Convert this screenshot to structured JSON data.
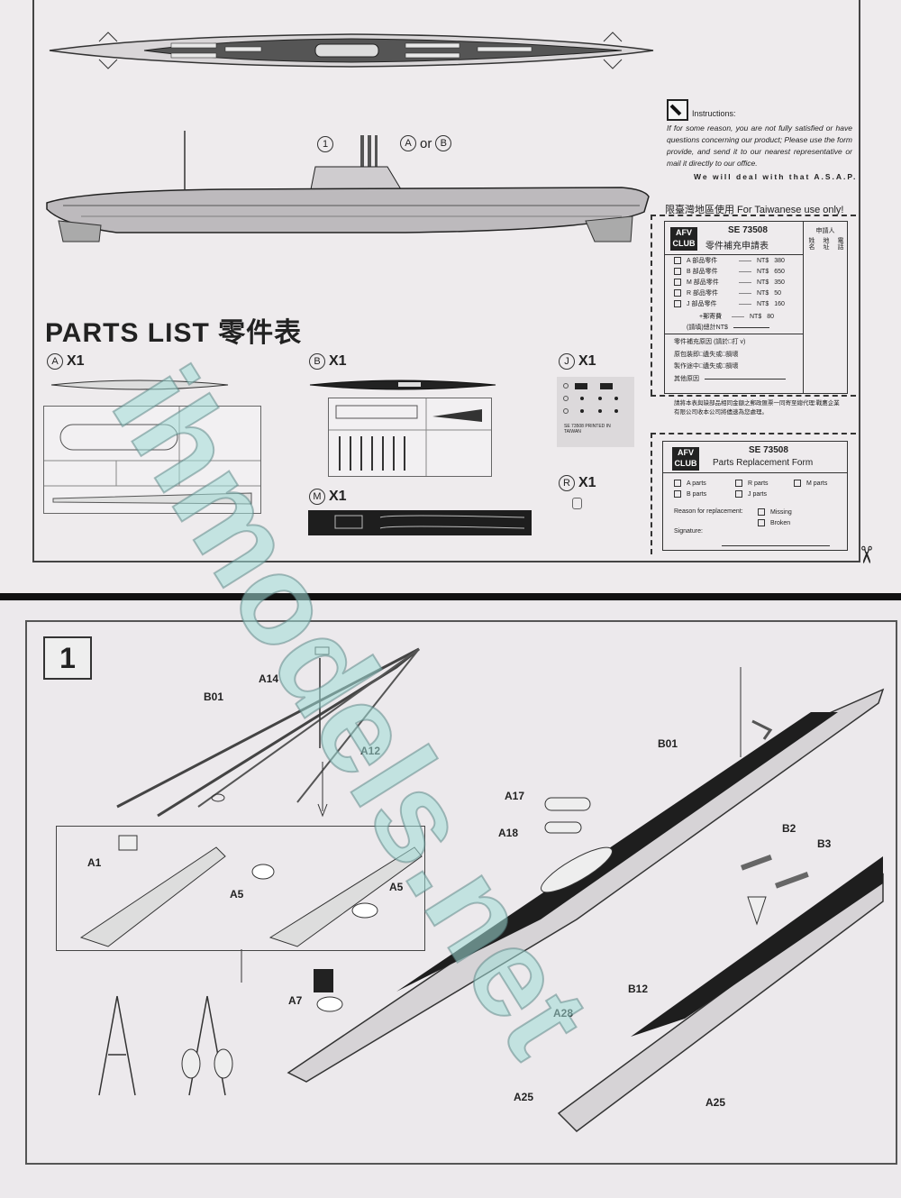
{
  "top_page": {
    "callouts": {
      "step_ref": "1",
      "option_a": "A",
      "or_text": "or",
      "option_b": "B"
    },
    "instructions": {
      "title": "Instructions:",
      "body": "If for some reason, you are not fully satisfied or have questions concerning our product; Please use the form provide, and send it to our nearest representative or mail it directly to our office.",
      "closing": "We will deal with that A.S.A.P."
    },
    "taiwan_notice": "限臺灣地區使用 For Taiwanese use only!",
    "cn_form": {
      "logo": [
        "AFV",
        "CLUB"
      ],
      "code": "SE 73508",
      "title": "零件補充申請表",
      "applicant_header": "申請人",
      "applicant_fields": [
        "姓名",
        "地址",
        "電話"
      ],
      "items": [
        {
          "label": "A 部品零件",
          "currency": "NT$",
          "price": "380"
        },
        {
          "label": "B 部品零件",
          "currency": "NT$",
          "price": "650"
        },
        {
          "label": "M 部品零件",
          "currency": "NT$",
          "price": "350"
        },
        {
          "label": "R 部品零件",
          "currency": "NT$",
          "price": "50"
        },
        {
          "label": "J 部品零件",
          "currency": "NT$",
          "price": "160"
        }
      ],
      "postage": {
        "label": "+郵寄費",
        "currency": "NT$",
        "price": "80"
      },
      "total_label": "(請填)總計NT$",
      "reason_header": "零件補充原因 (請於□打 v)",
      "reason_rows": [
        "原包裝即□遺失或□損壞",
        "製作途中□遺失或□損壞"
      ],
      "other_reason": "其他原因",
      "footnote": "請將本表與缺部品相同金額之郵政匯票一同寄至總代理:戰鷹企業有限公司收本公司將儘速為您處理。"
    },
    "en_form": {
      "logo": [
        "AFV",
        "CLUB"
      ],
      "code": "SE 73508",
      "title": "Parts Replacement Form",
      "parts": [
        "A parts",
        "R parts",
        "M parts",
        "B parts",
        "J parts"
      ],
      "reason_label": "Reason for replacement:",
      "reasons": [
        "Missing",
        "Broken"
      ],
      "signature_label": "Signature:"
    },
    "parts_list": {
      "title": "PARTS  LIST 零件表",
      "items": [
        {
          "letter": "A",
          "qty": "X1"
        },
        {
          "letter": "B",
          "qty": "X1"
        },
        {
          "letter": "J",
          "qty": "X1"
        },
        {
          "letter": "M",
          "qty": "X1"
        },
        {
          "letter": "R",
          "qty": "X1"
        }
      ],
      "j_sheet_text": "SE 73508 PRINTED IN TAIWAN"
    }
  },
  "bottom_page": {
    "step": "1",
    "labels": {
      "a14": "A14",
      "b01_left": "B01",
      "a12": "A12",
      "a1": "A1",
      "a5_left": "A5",
      "a5_right": "A5",
      "a7": "A7",
      "b01_right": "B01",
      "a17": "A17",
      "a18": "A18",
      "b2": "B2",
      "b3": "B3",
      "b12": "B12",
      "a28": "A28",
      "a25_left": "A25",
      "a25_right": "A25"
    }
  },
  "watermark": "ihmodels.net",
  "colors": {
    "paper": "#eeebed",
    "ink": "#222222",
    "watermark": "#a0dcd7"
  }
}
